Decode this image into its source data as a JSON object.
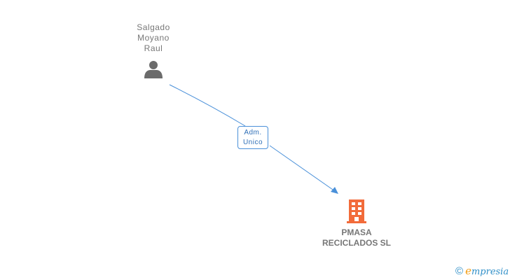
{
  "person": {
    "name_lines": [
      "Salgado",
      "Moyano",
      "Raul"
    ],
    "icon": "person-icon"
  },
  "relation": {
    "role_lines": [
      "Adm.",
      "Unico"
    ],
    "line_color": "#4a90d9"
  },
  "company": {
    "name_lines": [
      "PMASA",
      "RECICLADOS SL"
    ],
    "icon": "building-icon",
    "icon_color": "#f26b3a"
  },
  "footer": {
    "copyright_symbol": "©",
    "brand_initial": "e",
    "brand_rest": "mpresia"
  }
}
